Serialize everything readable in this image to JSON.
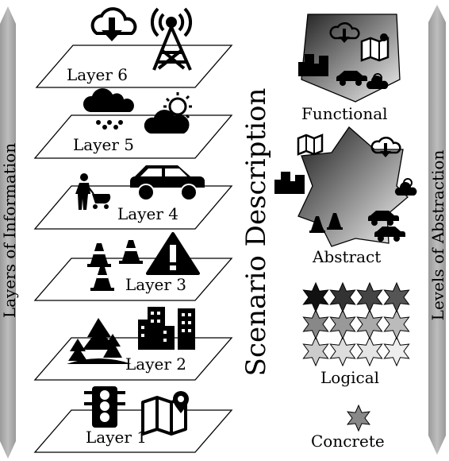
{
  "left_bar_label": "Layers of Information",
  "right_bar_label": "Levels of Abstraction",
  "center_label": "Scenario Description",
  "layers": [
    {
      "label": "Layer 6",
      "icons": [
        "cloud-download-icon",
        "radio-tower-icon"
      ]
    },
    {
      "label": "Layer 5",
      "icons": [
        "rain-cloud-icon",
        "sun-cloud-icon"
      ]
    },
    {
      "label": "Layer 4",
      "icons": [
        "pedestrian-stroller-icon",
        "car-icon"
      ]
    },
    {
      "label": "Layer 3",
      "icons": [
        "traffic-cone-icon",
        "warning-sign-icon"
      ]
    },
    {
      "label": "Layer 2",
      "icons": [
        "trees-icon",
        "city-buildings-icon"
      ]
    },
    {
      "label": "Layer 1",
      "icons": [
        "traffic-light-icon",
        "map-pin-icon"
      ]
    }
  ],
  "levels": [
    {
      "label": "Functional"
    },
    {
      "label": "Abstract"
    },
    {
      "label": "Logical"
    },
    {
      "label": "Concrete"
    }
  ]
}
